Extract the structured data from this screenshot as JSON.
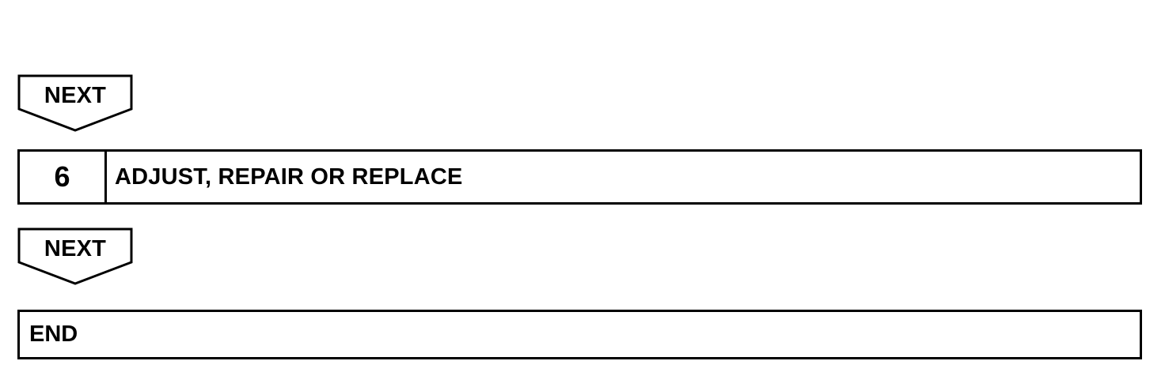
{
  "flow": {
    "next_1": {
      "label": "NEXT"
    },
    "step": {
      "number": "6",
      "text": "ADJUST, REPAIR OR REPLACE"
    },
    "next_2": {
      "label": "NEXT"
    },
    "end": {
      "label": "END"
    }
  }
}
